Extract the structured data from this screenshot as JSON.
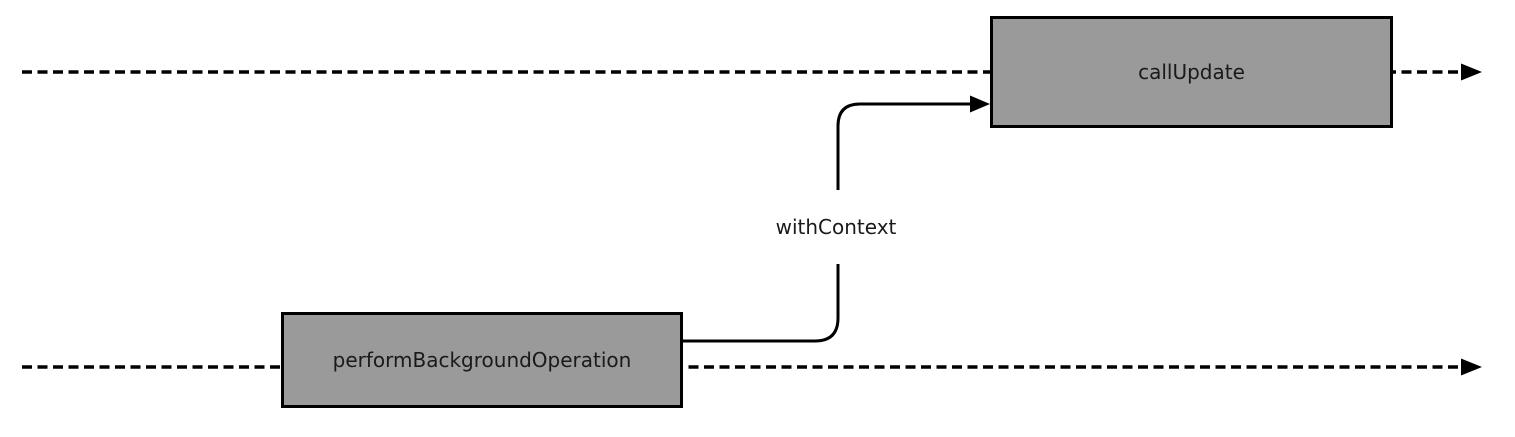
{
  "diagram": {
    "type": "trace-call-diagram",
    "background_color": "#ffffff",
    "colors": {
      "node_fill": "#9a9a9a",
      "node_border": "#000000",
      "line": "#000000",
      "text": "#1a1a1a"
    },
    "timelines": [
      {
        "name": "top-timeline",
        "style": "dashed",
        "arrow_direction": "right"
      },
      {
        "name": "bottom-timeline",
        "style": "dashed",
        "arrow_direction": "right"
      }
    ],
    "nodes": [
      {
        "id": "callUpdate",
        "label": "callUpdate",
        "timeline": "top-timeline"
      },
      {
        "id": "performBackgroundOperation",
        "label": "performBackgroundOperation",
        "timeline": "bottom-timeline"
      }
    ],
    "edge": {
      "from": "performBackgroundOperation",
      "to": "callUpdate",
      "label": "withContext",
      "style": "solid",
      "arrow_direction": "right"
    }
  }
}
